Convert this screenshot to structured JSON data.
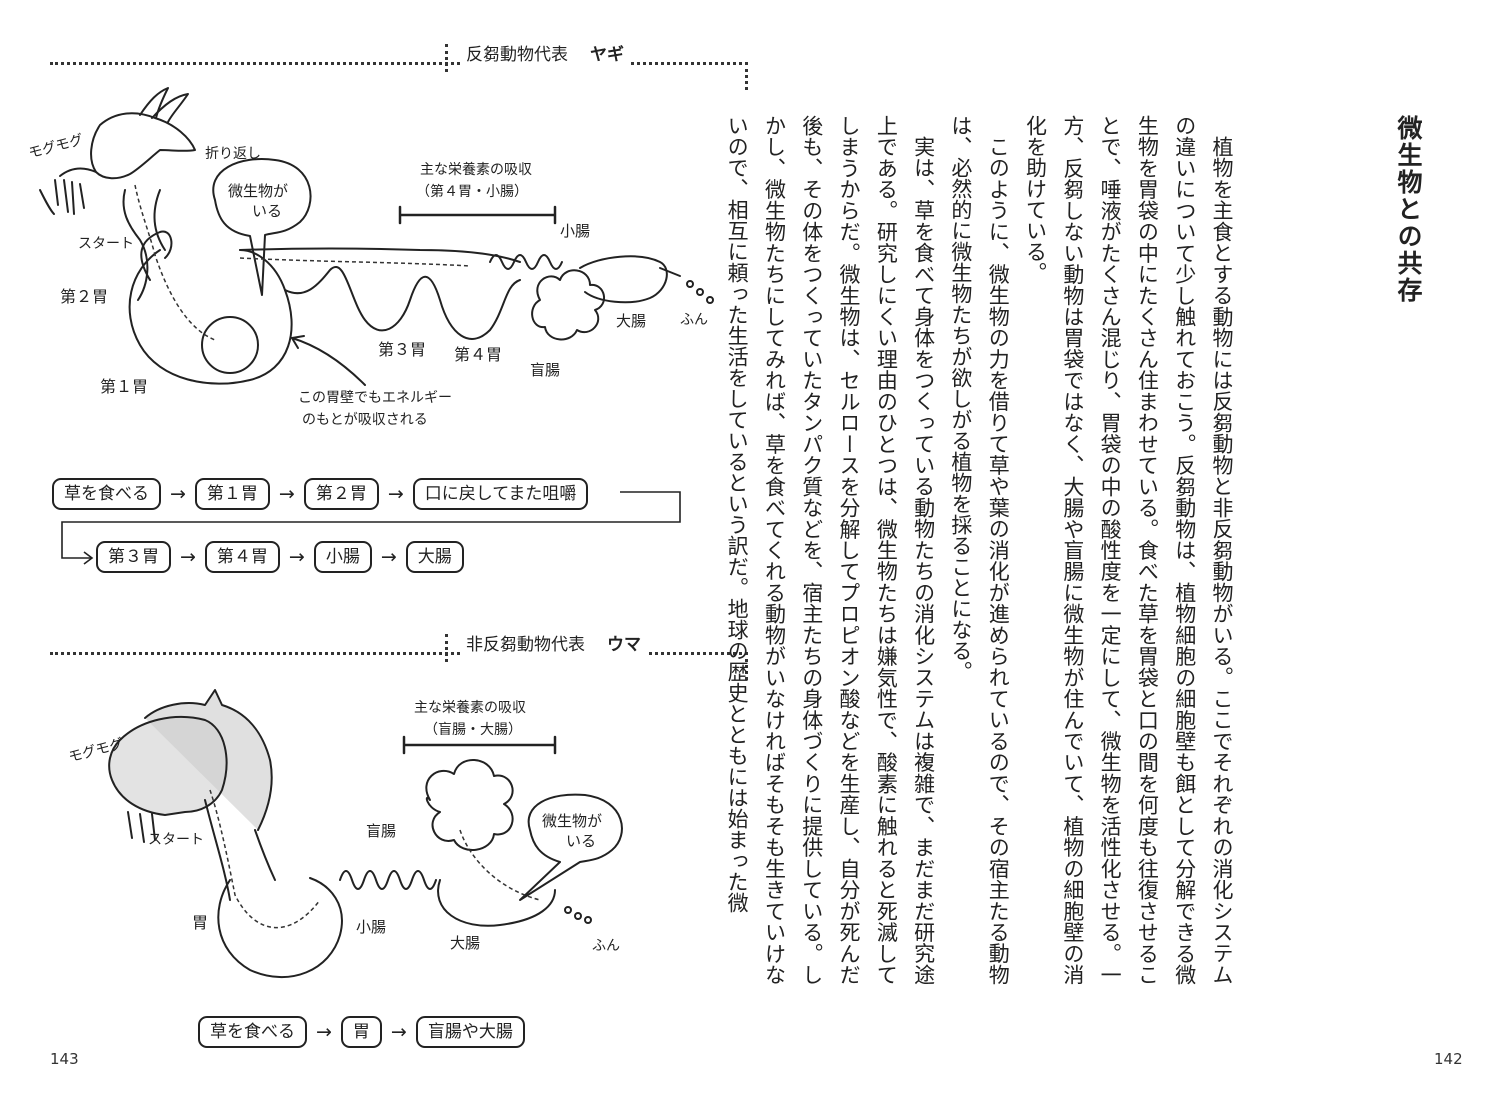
{
  "goat_section": {
    "label": "反芻動物代表",
    "animal": "ヤギ",
    "labels": {
      "mogumogu": "モグモグ",
      "orikaeshi": "折り返し",
      "start": "スタート",
      "stomach2": "第２胃",
      "stomach1": "第１胃",
      "stomach3": "第３胃",
      "stomach4": "第４胃",
      "small_intestine": "小腸",
      "cecum": "盲腸",
      "large_intestine": "大腸",
      "feces": "ふん",
      "microbe_bubble_1": "微生物が",
      "microbe_bubble_2": "いる",
      "absorb_title": "主な栄養素の吸収",
      "absorb_detail": "（第４胃・小腸）",
      "wall_note_1": "この胃壁でもエネルギー",
      "wall_note_2": "のもとが吸収される"
    },
    "flow_row1": [
      "草を食べる",
      "第１胃",
      "第２胃",
      "口に戻してまた咀嚼"
    ],
    "flow_row2": [
      "第３胃",
      "第４胃",
      "小腸",
      "大腸"
    ]
  },
  "horse_section": {
    "label": "非反芻動物代表",
    "animal": "ウマ",
    "labels": {
      "mogumogu": "モグモグ",
      "start": "スタート",
      "cecum": "盲腸",
      "stomach": "胃",
      "small_intestine": "小腸",
      "large_intestine": "大腸",
      "feces": "ふん",
      "microbe_bubble_1": "微生物が",
      "microbe_bubble_2": "いる",
      "absorb_title": "主な栄養素の吸収",
      "absorb_detail": "（盲腸・大腸）"
    },
    "flow": [
      "草を食べる",
      "胃",
      "盲腸や大腸"
    ]
  },
  "arrow_glyph": "→",
  "page_left": "143",
  "page_right": "142",
  "right_page": {
    "title": "微生物との共存",
    "paragraphs": [
      "植物を主食とする動物には反芻動物と非反芻動物がいる。ここでそれぞれの消化システムの違いについて少し触れておこう。反芻動物は、植物細胞の細胞壁も餌として分解できる微生物を胃袋の中にたくさん住まわせている。食べた草を胃袋と口の間を何度も往復させることで、唾液がたくさん混じり、胃袋の中の酸性度を一定にして、微生物を活性化させる。一方、反芻しない動物は胃袋ではなく、大腸や盲腸に微生物が住んでいて、植物の細胞壁の消化を助けている。",
      "このように、微生物の力を借りて草や葉の消化が進められているので、その宿主たる動物は、必然的に微生物たちが欲しがる植物を採ることになる。",
      "実は、草を食べて身体をつくっている動物たちの消化システムは複雑で、まだまだ研究途上である。研究しにくい理由のひとつは、微生物たちは嫌気性で、酸素に触れると死滅してしまうからだ。微生物は、セルロースを分解してプロピオン酸などを生産し、自分が死んだ後も、その体をつくっていたタンパク質などを、宿主たちの身体づくりに提供している。しかし、微生物たちにしてみれば、草を食べてくれる動物がいなければそもそも生きていけないので、相互に頼った生活をしているという訳だ。地球の歴史とともには始まった微"
    ]
  }
}
